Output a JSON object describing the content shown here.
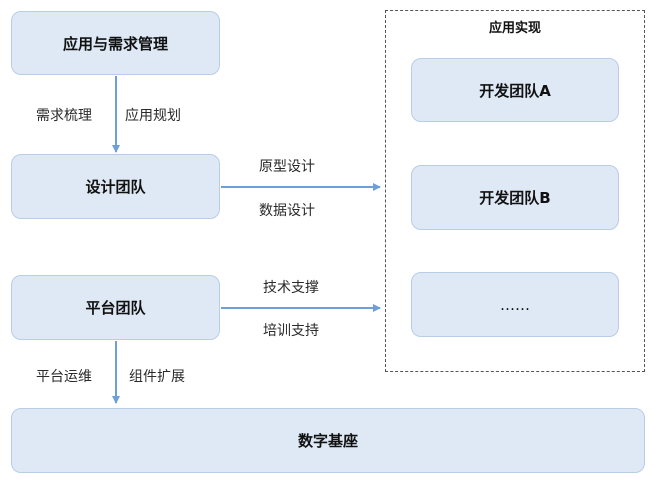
{
  "boxes": {
    "requirements": "应用与需求管理",
    "design_team": "设计团队",
    "platform_team": "平台团队",
    "digital_base": "数字基座"
  },
  "implementation": {
    "title": "应用实现",
    "dev_team_a": "开发团队A",
    "dev_team_b": "开发团队B",
    "more": "……"
  },
  "edges": {
    "requirements_to_design": {
      "left_label": "需求梳理",
      "right_label": "应用规划"
    },
    "design_to_impl": {
      "top_label": "原型设计",
      "bottom_label": "数据设计"
    },
    "platform_to_impl": {
      "top_label": "技术支撑",
      "bottom_label": "培训支持"
    },
    "platform_to_base": {
      "left_label": "平台运维",
      "right_label": "组件扩展"
    }
  },
  "colors": {
    "box_fill": "#dfe9f6",
    "box_border": "#b8cde7",
    "arrow": "#6f9fd8",
    "dashed_frame": "#555555"
  }
}
